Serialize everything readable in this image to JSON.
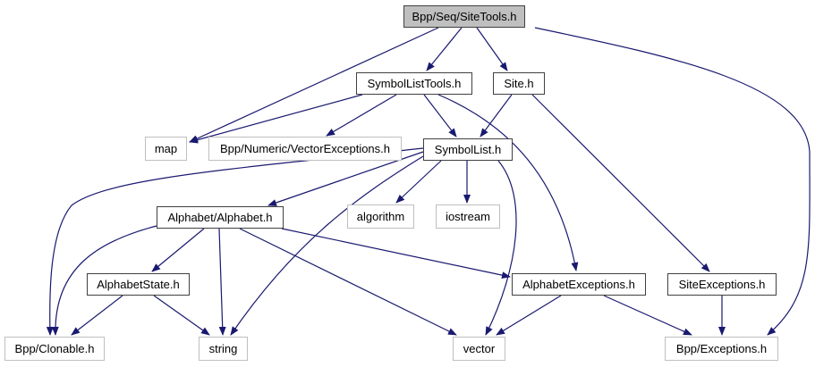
{
  "title": "Bpp/Seq/SiteTools.h",
  "colors": {
    "edge": "#191970",
    "root_fill": "#bfbfbf",
    "local_border": "#404040",
    "system_border": "#bfbfbf"
  },
  "nodes": [
    {
      "id": "sitetools",
      "label": "Bpp/Seq/SiteTools.h",
      "kind": "root"
    },
    {
      "id": "symbollisttools",
      "label": "SymbolListTools.h",
      "kind": "local"
    },
    {
      "id": "site",
      "label": "Site.h",
      "kind": "local"
    },
    {
      "id": "map",
      "label": "map",
      "kind": "system"
    },
    {
      "id": "vectorexceptions",
      "label": "Bpp/Numeric/VectorExceptions.h",
      "kind": "system"
    },
    {
      "id": "symbollist",
      "label": "SymbolList.h",
      "kind": "local"
    },
    {
      "id": "alphabet",
      "label": "Alphabet/Alphabet.h",
      "kind": "local"
    },
    {
      "id": "algorithm",
      "label": "algorithm",
      "kind": "system"
    },
    {
      "id": "iostream",
      "label": "iostream",
      "kind": "system"
    },
    {
      "id": "alphabetstate",
      "label": "AlphabetState.h",
      "kind": "local"
    },
    {
      "id": "alphabetexceptions",
      "label": "AlphabetExceptions.h",
      "kind": "local"
    },
    {
      "id": "siteexceptions",
      "label": "SiteExceptions.h",
      "kind": "local"
    },
    {
      "id": "clonable",
      "label": "Bpp/Clonable.h",
      "kind": "system"
    },
    {
      "id": "string",
      "label": "string",
      "kind": "system"
    },
    {
      "id": "vector",
      "label": "vector",
      "kind": "system"
    },
    {
      "id": "exceptions",
      "label": "Bpp/Exceptions.h",
      "kind": "system"
    }
  ],
  "edges": [
    {
      "from": "sitetools",
      "to": "map"
    },
    {
      "from": "sitetools",
      "to": "symbollisttools"
    },
    {
      "from": "sitetools",
      "to": "site"
    },
    {
      "from": "sitetools",
      "to": "exceptions"
    },
    {
      "from": "symbollisttools",
      "to": "map"
    },
    {
      "from": "symbollisttools",
      "to": "vectorexceptions"
    },
    {
      "from": "symbollisttools",
      "to": "symbollist"
    },
    {
      "from": "symbollisttools",
      "to": "alphabetexceptions"
    },
    {
      "from": "site",
      "to": "symbollist"
    },
    {
      "from": "site",
      "to": "siteexceptions"
    },
    {
      "from": "symbollist",
      "to": "clonable"
    },
    {
      "from": "symbollist",
      "to": "alphabet"
    },
    {
      "from": "symbollist",
      "to": "string"
    },
    {
      "from": "symbollist",
      "to": "algorithm"
    },
    {
      "from": "symbollist",
      "to": "iostream"
    },
    {
      "from": "symbollist",
      "to": "vector"
    },
    {
      "from": "alphabet",
      "to": "clonable"
    },
    {
      "from": "alphabet",
      "to": "alphabetstate"
    },
    {
      "from": "alphabet",
      "to": "string"
    },
    {
      "from": "alphabet",
      "to": "vector"
    },
    {
      "from": "alphabet",
      "to": "alphabetexceptions"
    },
    {
      "from": "alphabetstate",
      "to": "clonable"
    },
    {
      "from": "alphabetstate",
      "to": "string"
    },
    {
      "from": "alphabetexceptions",
      "to": "vector"
    },
    {
      "from": "alphabetexceptions",
      "to": "exceptions"
    },
    {
      "from": "siteexceptions",
      "to": "exceptions"
    }
  ]
}
